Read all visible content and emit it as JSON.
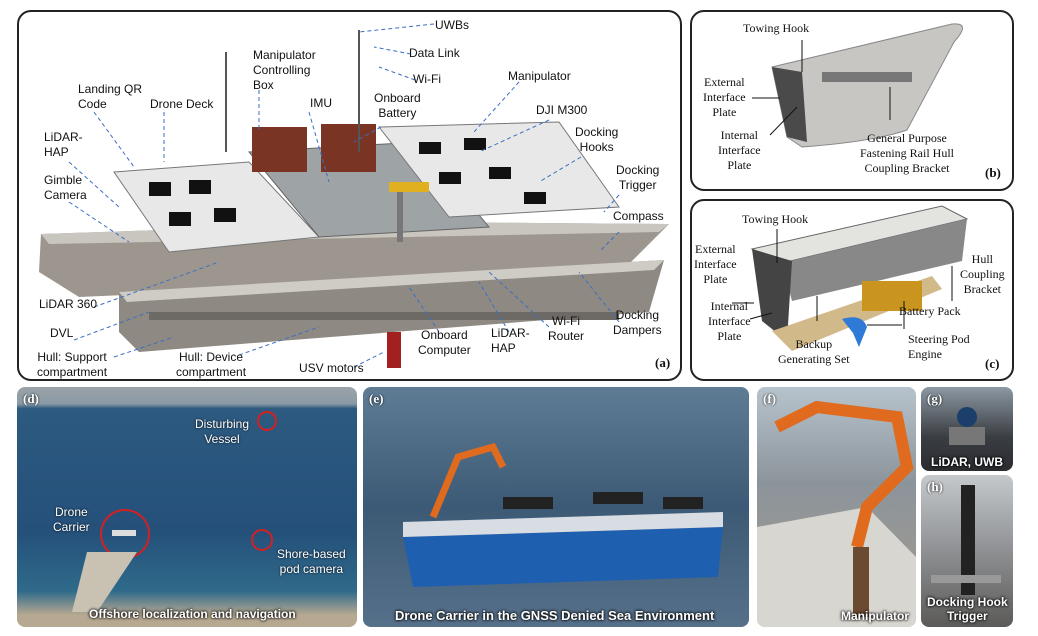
{
  "panel_a": {
    "tag": "(a)",
    "labels": {
      "uwbs": "UWBs",
      "data_link": "Data Link",
      "wifi": "Wi-Fi",
      "manip_box": [
        "Manipulator",
        "Controlling",
        "Box"
      ],
      "manipulator": "Manipulator",
      "landing_qr": [
        "Landing QR",
        "Code"
      ],
      "drone_deck": "Drone Deck",
      "imu": "IMU",
      "onboard_battery": [
        "Onboard",
        "Battery"
      ],
      "dji_m300": "DJI M300",
      "docking_hooks": [
        "Docking",
        "Hooks"
      ],
      "lidar_hap_1": [
        "LiDAR-",
        "HAP"
      ],
      "docking_trigger": [
        "Docking",
        "Trigger"
      ],
      "gimble_camera": [
        "Gimble",
        "Camera"
      ],
      "compass": "Compass",
      "lidar_360": "LiDAR 360",
      "docking_dampers": [
        "Docking",
        "Dampers"
      ],
      "dvl": "DVL",
      "onboard_computer": [
        "Onboard",
        "Computer"
      ],
      "lidar_hap_2": [
        "LiDAR-",
        "HAP"
      ],
      "wifi_router": [
        "Wi-Fi",
        "Router"
      ],
      "hull_support": [
        "Hull: Support",
        "compartment"
      ],
      "hull_device": [
        "Hull: Device",
        "compartment"
      ],
      "usv_motors": "USV motors"
    }
  },
  "panel_b": {
    "tag": "(b)",
    "towing_hook": "Towing Hook",
    "external_plate": [
      "External",
      "Interface",
      "Plate"
    ],
    "internal_plate": [
      "Internal",
      "Interface",
      "Plate"
    ],
    "rail": [
      "General Purpose",
      "Fastening Rail Hull",
      "Coupling Bracket"
    ]
  },
  "panel_c": {
    "tag": "(c)",
    "towing_hook": "Towing Hook",
    "external_plate": [
      "External",
      "Interface",
      "Plate"
    ],
    "internal_plate": [
      "Internal",
      "Interface",
      "Plate"
    ],
    "backup": [
      "Backup",
      "Generating Set"
    ],
    "battery": "Battery Pack",
    "hull_bracket": [
      "Hull",
      "Coupling",
      "Bracket"
    ],
    "steering": [
      "Steering Pod",
      "Engine"
    ]
  },
  "panel_d": {
    "tag": "(d)",
    "disturbing": [
      "Disturbing",
      "Vessel"
    ],
    "carrier": [
      "Drone",
      "Carrier"
    ],
    "shore": [
      "Shore-based",
      "pod camera"
    ],
    "caption": "Offshore localization and navigation"
  },
  "panel_e": {
    "tag": "(e)",
    "caption": "Drone Carrier in the GNSS Denied Sea Environment"
  },
  "panel_f": {
    "tag": "(f)",
    "caption": "Manipulator"
  },
  "panel_g": {
    "tag": "(g)",
    "caption": "LiDAR, UWB"
  },
  "panel_h": {
    "tag": "(h)",
    "caption": [
      "Docking Hook",
      "Trigger"
    ]
  },
  "colors": {
    "leader": "#3a6fc4",
    "highlight": "#d42020",
    "box": "#7a3424",
    "arm": "#e06a1e"
  }
}
